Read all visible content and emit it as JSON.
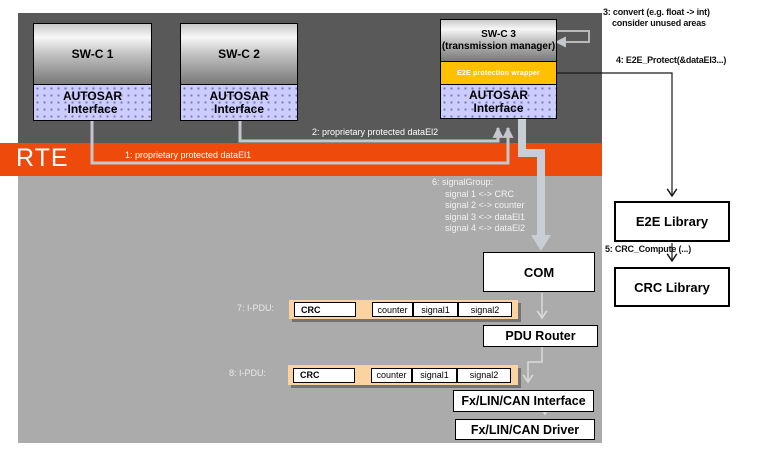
{
  "colors": {
    "dark_area": "#595959",
    "light_area": "#ababab",
    "rte_orange": "#ee4a0c",
    "wrapper_gold": "#ffc000",
    "interface_lavender": "#ccccff",
    "ipdu_tan": "#fbd3a0"
  },
  "components": {
    "rte": {
      "label": "RTE"
    },
    "swc1": {
      "label": "SW-C 1"
    },
    "swc2": {
      "label": "SW-C 2"
    },
    "swc3": {
      "label": "SW-C 3",
      "sublabel": "(transmission manager)"
    },
    "e2e_wrapper": {
      "label": "E2E protection wrapper"
    },
    "autosar_interface": {
      "line1": "AUTOSAR",
      "line2": "Interface"
    },
    "com": {
      "label": "COM"
    },
    "pdu_router": {
      "label": "PDU Router"
    },
    "fx_interface": {
      "label": "Fx/LIN/CAN Interface"
    },
    "fx_driver": {
      "label": "Fx/LIN/CAN Driver"
    },
    "e2e_library": {
      "label": "E2E Library"
    },
    "crc_library": {
      "label": "CRC Library"
    }
  },
  "flows": {
    "f1": "1: proprietary protected dataEl1",
    "f2": "2: proprietary protected dataEl2"
  },
  "notes": {
    "n3_line1": "3: convert (e.g. float -> int)",
    "n3_line2": "consider unused areas",
    "n4": "4: E2E_Protect(&dataEl3...)",
    "n5": "5: CRC_Compute (...)"
  },
  "signal_group": {
    "title": "6: signalGroup:",
    "rows": [
      "signal 1 <-> CRC",
      "signal 2 <-> counter",
      "signal 3 <-> dataEl1",
      "signal 4 <-> dataEl2"
    ]
  },
  "ipdu7": {
    "label": "7: I-PDU:",
    "cells": [
      "CRC",
      "counter",
      "signal1",
      "signal2"
    ]
  },
  "ipdu8": {
    "label": "8: I-PDU:",
    "cells": [
      "CRC",
      "counter",
      "signal1",
      "signal2"
    ]
  }
}
